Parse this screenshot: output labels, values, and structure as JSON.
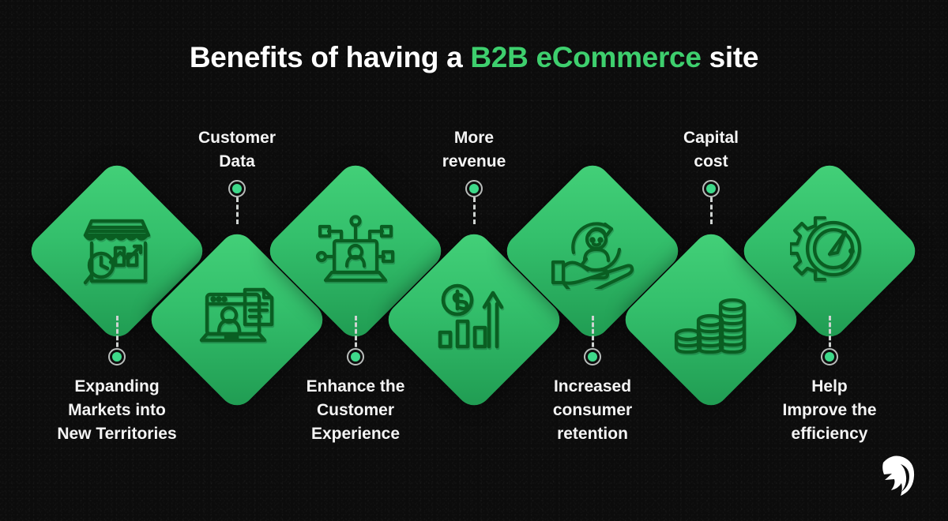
{
  "page": {
    "background_color": "#0c0c0c",
    "accent_color": "#3ecf6e",
    "diamond_gradient_from": "#44d179",
    "diamond_gradient_to": "#1f9a51",
    "icon_color": "#0a5e22",
    "dot_color": "#3ed98a",
    "text_color": "#f4f4f4"
  },
  "header": {
    "title_prefix": "Benefits of having a ",
    "title_accent": "B2B eCommerce",
    "title_suffix": " site"
  },
  "items": [
    {
      "id": 1,
      "label": "Expanding\nMarkets into\nNew Territories",
      "label_position": "below",
      "icon": "storefront-analytics-icon"
    },
    {
      "id": 2,
      "label": "Customer\nData",
      "label_position": "above",
      "icon": "laptop-user-document-icon"
    },
    {
      "id": 3,
      "label": "Enhance the\nCustomer\nExperience",
      "label_position": "below",
      "icon": "laptop-user-network-icon"
    },
    {
      "id": 4,
      "label": "More\nrevenue",
      "label_position": "above",
      "icon": "revenue-growth-icon"
    },
    {
      "id": 5,
      "label": "Increased\nconsumer\nretention",
      "label_position": "below",
      "icon": "hand-customer-retention-icon"
    },
    {
      "id": 6,
      "label": "Capital\ncost",
      "label_position": "above",
      "icon": "coin-stacks-icon"
    },
    {
      "id": 7,
      "label": "Help\nImprove the\nefficiency",
      "label_position": "below",
      "icon": "gear-speedometer-icon"
    }
  ],
  "footer": {
    "logo": "spartan-helmet-logo"
  }
}
